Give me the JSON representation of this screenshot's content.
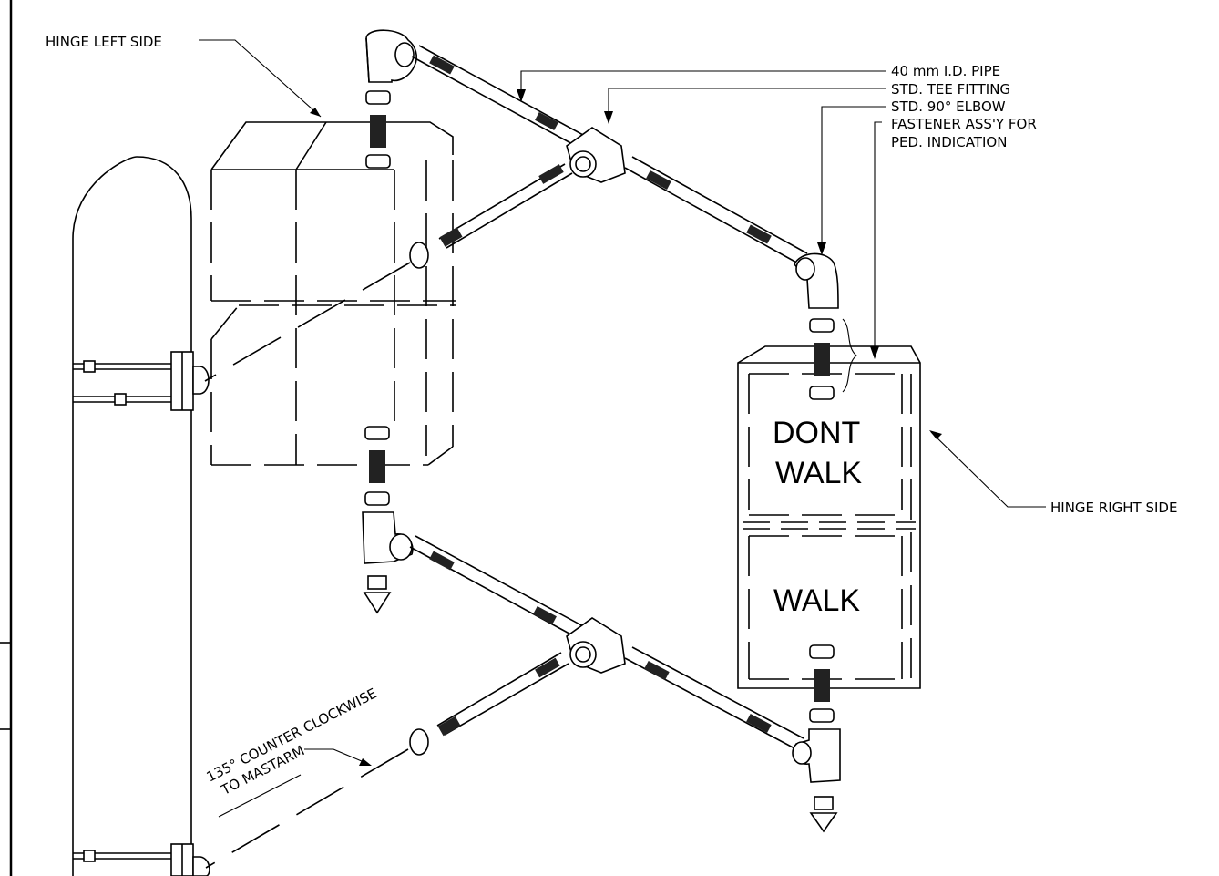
{
  "labels": {
    "hinge_left": "HINGE LEFT SIDE",
    "pipe": "40 mm I.D. PIPE",
    "tee": "STD. TEE FITTING",
    "elbow": "STD. 90° ELBOW",
    "fastener_line1": "FASTENER ASS'Y FOR",
    "fastener_line2": "PED. INDICATION",
    "hinge_right": "HINGE RIGHT SIDE",
    "rotation_line1": "135° COUNTER CLOCKWISE",
    "rotation_line2": "TO MASTARM"
  },
  "sign": {
    "dont": "DONT",
    "walk_top": "WALK",
    "walk": "WALK"
  }
}
